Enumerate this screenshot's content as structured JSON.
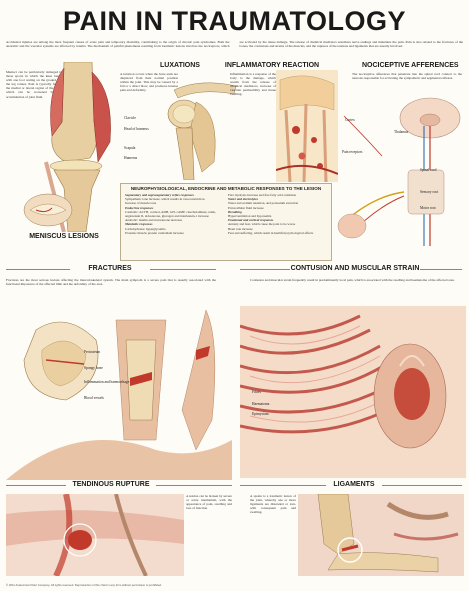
{
  "title": "PAIN IN TRAUMATOLOGY",
  "intro": "Accidental injuries are among the most frequent causes of acute pain and temporary disability, contributing to the origin of chronic pain syndromes. Both the anatomic and the vascular systems are affected by trauma. The mechanism of painful phenomena resulting from traumatic lesions involves the nociceptors, which are activated by the tissue damage. The release of chemical mediators sensitizes nerve endings and maintains the pain. Pain is also related to the fractures of the bones, the contusions and strains of the muscles, and the ruptures of the tendons and ligaments that are usually involved.",
  "sections": {
    "meniscus": "MENISCUS LESIONS",
    "luxations": "LUXATIONS",
    "inflammatory": "INFLAMMATORY REACTION",
    "nociceptive": "NOCICEPTIVE AFFERENCES",
    "fractures": "FRACTURES",
    "contusion": "CONTUSION AND MUSCULAR STRAIN",
    "tendinous": "TENDINOUS RUPTURE",
    "ligaments": "LIGAMENTS"
  },
  "texts": {
    "meniscus": "Menisci can be particularly damaged in those sports in which the knee bends with one foot resting on the ground and the leg rotates. Pain is typically felt on the medial or lateral region of the knee, which can be worsened by the accumulation of joint fluid.",
    "luxations": "A luxation occurs when the bone ends are displaced from their normal position within the joint. This may be caused by a fall or a direct blow, and produces intense pain and deformity.",
    "inflammatory": "Inflammation is a response of the body to the damage, which results from the release of chemical mediators, increase of vascular permeability and tissue swelling.",
    "nociceptive": "The nociceptive afferences that penetrate into the spinal cord connect to the neurons responsible for activating the sympathetic and segmental reflexes.",
    "fractures": "Fractures are the most serious lesions affecting the musculoskeletal system. The main symptom is a severe pain that is usually associated with the functional impotence of the affected limb and the deformity of the area.",
    "contusion": "Contusion and muscular strain frequently result in predominantly local pain, which is associated with the swelling and haematoma of the affected area.",
    "tendinous": "A tendon can be broken by severe or acute traumatism, with the appearance of pain, swelling and loss of function.",
    "ligaments": "A sprain is a traumatic lesion of the joint, whereby one or more ligaments are distended or torn, with consequent pain and swelling."
  },
  "box": {
    "title": "NEUROPHYSIOLOGICAL, ENDOCRINE AND METABOLIC RESPONSES TO THE LESION",
    "left": [
      {
        "head": "Segmentary and suprasegmentary reflex responses",
        "items": [
          "Sympathetic tone increase, which results in vasoconstriction",
          "Increase of muscle tone"
        ]
      },
      {
        "head": "Endocrine responses",
        "items": [
          "Catabolic: ACTH, cortisol, ADH, GH, cAMP, catecholamines, renin, angiotensin II, aldosterone, glucagon and interleukin-1 increase",
          "Anabolic: insulin and testosterone decrease"
        ]
      },
      {
        "head": "Metabolic responses",
        "items": [
          "Carbohydrates: hyperglycemia",
          "Proteins: muscle protein catabolism increase"
        ]
      }
    ],
    "right": [
      {
        "head": "",
        "items": [
          "Fats: lipolysis increase and free fatty acid oxidation"
        ]
      },
      {
        "head": "Water and electrolytes",
        "items": [
          "Water and sodium retention, and potassium excretion",
          "Extracellular fluid increase"
        ]
      },
      {
        "head": "Breathing",
        "items": [
          "Hyperventilation and hypoxemia"
        ]
      },
      {
        "head": "Emotional and cortical responses",
        "items": [
          "Anxiety and fear, which cause the pain to be worse",
          "Heart rate increase",
          "Fear and suffering, which result in harmful psychological effects"
        ]
      }
    ]
  },
  "labels": {
    "clavicle": "Clavicle",
    "humerus": "Head of humerus",
    "scapula": "Scapula",
    "humerus2": "Humerus",
    "cortex": "Cortex",
    "thalamus": "Thalamus",
    "pain_receptors": "Pain receptors",
    "spinal_cord": "Spinal cord",
    "sensory_root": "Sensory root",
    "motor_root": "Motor root",
    "periosteum": "Periosteum",
    "spongy": "Spongy bone",
    "inflammation": "Inflammation and haemorrhage",
    "blood_vessels": "Blood vessels",
    "fibres": "Fibres",
    "haematoma": "Haematoma",
    "epimysium": "Epimysium"
  },
  "footer": "© 2011 Anatomical Chart Company. All rights reserved. Reproduction of this chart in any form without permission is prohibited."
}
